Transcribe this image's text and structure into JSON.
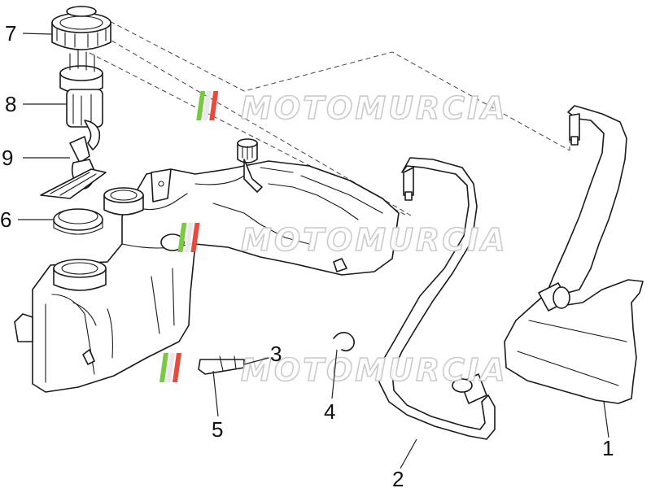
{
  "callouts": [
    {
      "id": "1",
      "label": "1"
    },
    {
      "id": "2",
      "label": "2"
    },
    {
      "id": "3",
      "label": "3"
    },
    {
      "id": "4",
      "label": "4"
    },
    {
      "id": "5",
      "label": "5"
    },
    {
      "id": "6",
      "label": "6"
    },
    {
      "id": "7",
      "label": "7"
    },
    {
      "id": "8",
      "label": "8"
    },
    {
      "id": "9",
      "label": "9"
    }
  ],
  "watermark": {
    "text": "MOTOMURCIA",
    "flag_colors": [
      "#7ac943",
      "#e9e9e9",
      "#e84a3c"
    ]
  },
  "colors": {
    "line": "#1a1a1a",
    "background": "#ffffff"
  }
}
